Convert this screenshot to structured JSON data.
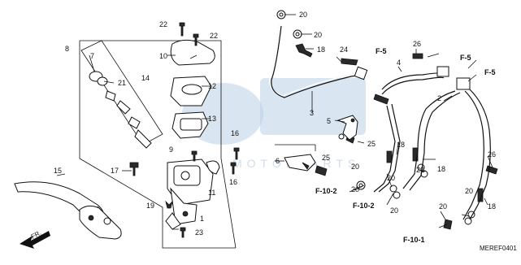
{
  "diagram": {
    "callouts": {
      "c22a": "22",
      "c22b": "22",
      "c8": "8",
      "c7": "7",
      "c10": "10",
      "c21": "21",
      "c14": "14",
      "c12": "12",
      "c13": "13",
      "c9": "9",
      "c16a": "16",
      "c16b": "16",
      "c15": "15",
      "c17": "17",
      "c11": "11",
      "c19": "19",
      "c1": "1",
      "c23": "23",
      "c20a": "20",
      "c20b": "20",
      "c18a": "18",
      "c24": "24",
      "c3": "3",
      "c5": "5",
      "c6": "6",
      "c25a": "25",
      "c25b": "25",
      "c4": "4",
      "c26a": "26",
      "c2": "2",
      "c18b": "18",
      "c18c": "18",
      "c20c": "20",
      "c20d": "20",
      "c20e": "20",
      "c20f": "20",
      "c20g": "20",
      "c20h": "20",
      "c26b": "26",
      "c18d": "18",
      "c20i": "20"
    },
    "refs": {
      "f5a": "F-5",
      "f5b": "F-5",
      "f5c": "F-5",
      "f102a": "F-10-2",
      "f102b": "F-10-2",
      "f101": "F-10-1"
    },
    "direction_label": "FR.",
    "ref_code": "MEREF0401",
    "watermark": "CMS",
    "watermark_sub": "MOTORPARTS"
  }
}
